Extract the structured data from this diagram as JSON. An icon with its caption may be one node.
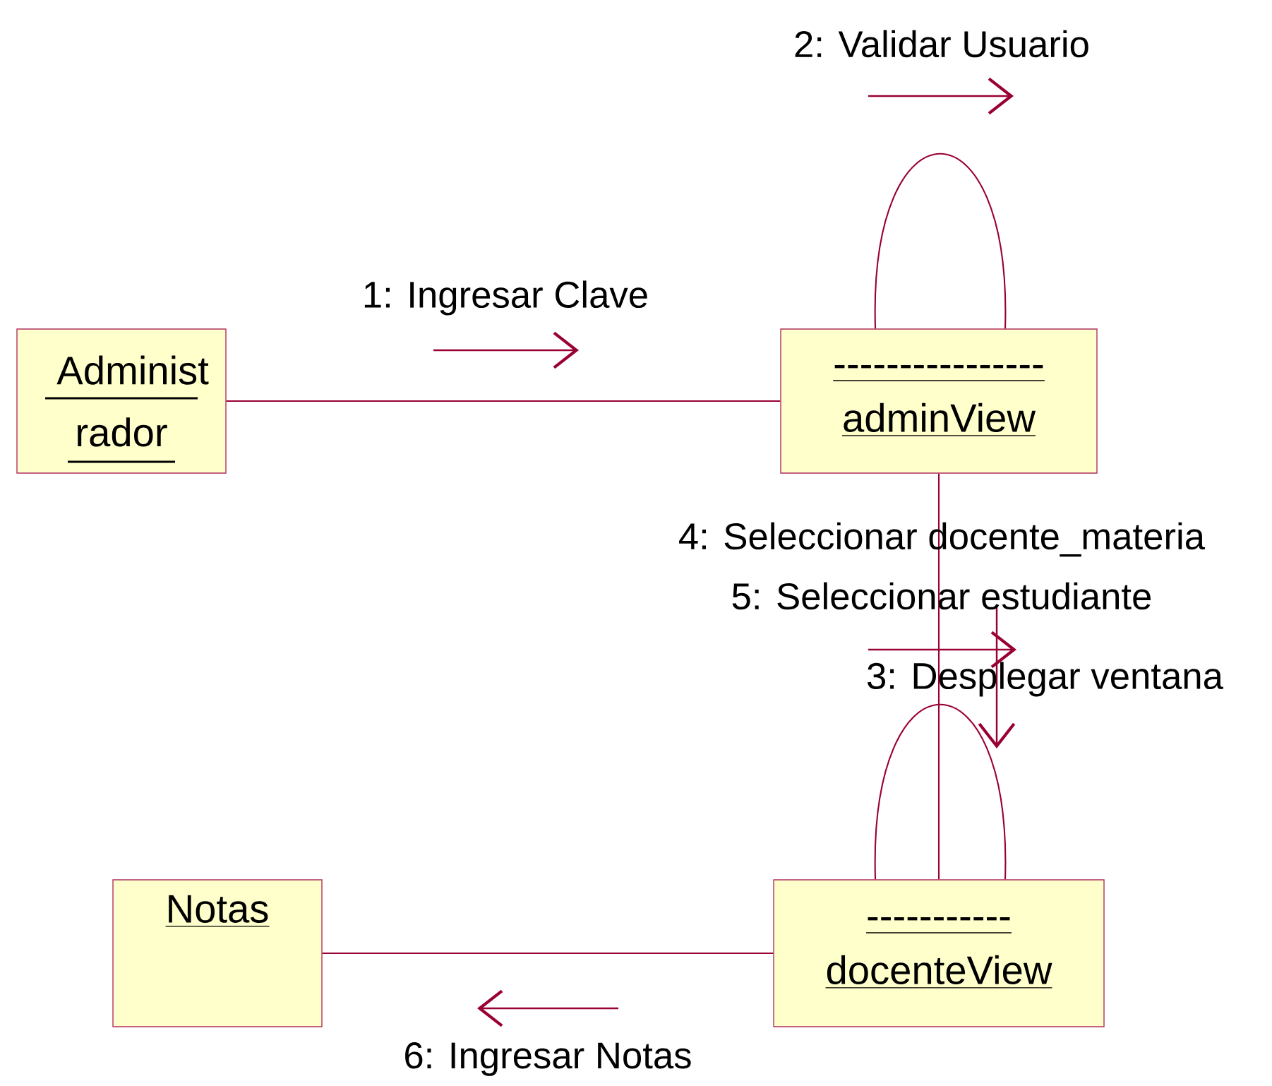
{
  "diagram": {
    "nodes": [
      {
        "text": [
          "Administ rador"
        ]
      },
      {
        "text": [
          "----------------",
          "adminView"
        ]
      },
      {
        "text": [
          "-----------",
          "docenteView"
        ]
      },
      {
        "text": [
          "Notas"
        ]
      }
    ],
    "edges": [
      {
        "from": 0,
        "to": 1,
        "arrow": "none"
      },
      {
        "from": 1,
        "to": 1,
        "arrow": "none"
      },
      {
        "from": 1,
        "to": 2,
        "arrow": "none"
      },
      {
        "from": 2,
        "to": 2,
        "arrow": "none"
      },
      {
        "from": 2,
        "to": 3,
        "arrow": "none"
      }
    ],
    "labels": [
      "2: Validar Usuario",
      "1: Ingresar Clave",
      "4: Seleccionar docente_materia",
      "5: Seleccionar estudiante",
      "3: Desplegar ventana",
      "6: Ingresar Notas"
    ]
  }
}
